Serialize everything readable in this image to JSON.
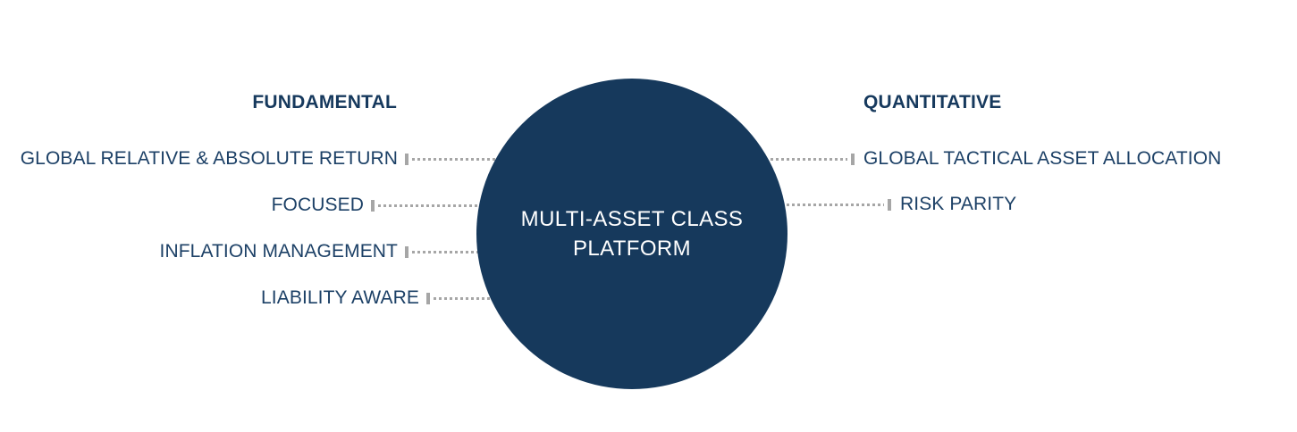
{
  "diagram": {
    "center": {
      "title_line1": "MULTI-ASSET CLASS",
      "title_line2": "PLATFORM"
    },
    "left": {
      "heading": "FUNDAMENTAL",
      "items": [
        {
          "label": "GLOBAL RELATIVE & ABSOLUTE RETURN"
        },
        {
          "label": "FOCUSED"
        },
        {
          "label": "INFLATION MANAGEMENT"
        },
        {
          "label": "LIABILITY AWARE"
        }
      ]
    },
    "right": {
      "heading": "QUANTITATIVE",
      "items": [
        {
          "label": "GLOBAL TACTICAL ASSET ALLOCATION"
        },
        {
          "label": "RISK PARITY"
        }
      ]
    }
  },
  "colors": {
    "circle_fill": "#16395C",
    "circle_text": "#FFFFFF",
    "heading_text": "#16395D",
    "item_text": "#1C4066",
    "connector": "#A6A6A6",
    "background": "#FFFFFF"
  }
}
